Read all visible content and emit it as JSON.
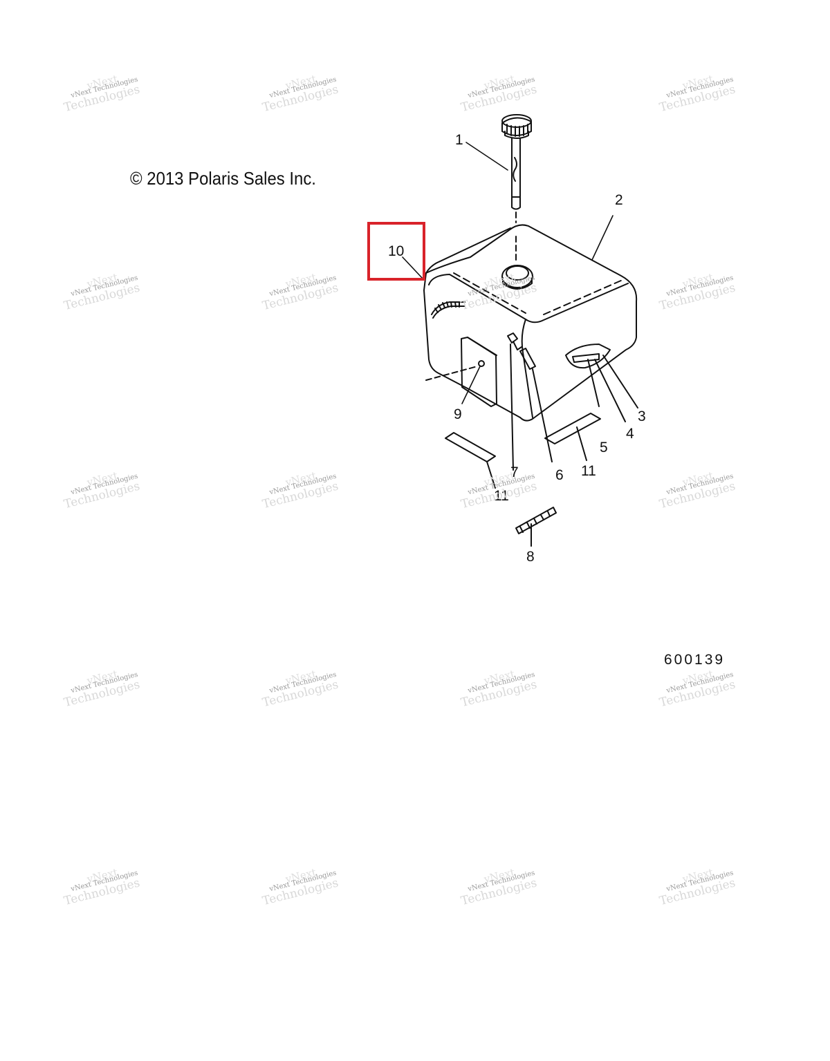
{
  "copyright": "© 2013 Polaris Sales Inc.",
  "reference_number": "600139",
  "watermark": {
    "line1": "vNext Technologies",
    "line2": "Technologies",
    "line3": "vNext"
  },
  "callouts": [
    "1",
    "2",
    "3",
    "4",
    "5",
    "6",
    "7",
    "8",
    "9",
    "10",
    "11",
    "11"
  ],
  "highlight": {
    "label": "10",
    "color": "#d9232a"
  },
  "colors": {
    "ink": "#111111",
    "highlight": "#d9232a"
  }
}
